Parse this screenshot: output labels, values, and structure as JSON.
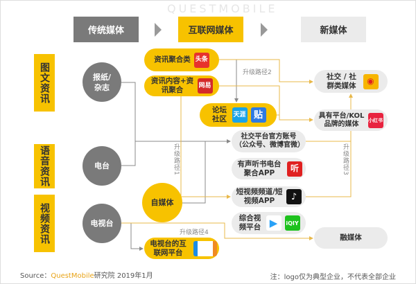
{
  "headers": [
    "传统媒体",
    "互联网媒体",
    "新媒体"
  ],
  "categories": [
    "图文资讯",
    "语音资讯",
    "视频资讯"
  ],
  "traditional": [
    "报纸/杂志",
    "电台",
    "电视台"
  ],
  "self_media": "自媒体",
  "internet": {
    "news_agg": "资讯聚合类",
    "news_agg_logo": "头条",
    "news_content": "资讯内容+资讯聚合",
    "news_content_logo": "网易",
    "forum": "论坛社区",
    "forum_logo1": "天涯",
    "forum_logo2": "贴",
    "tv_internet": "电视台的互联网平台"
  },
  "middle": {
    "social_official": "社交平台官方账号（公众号、微博官微）",
    "audio": "有声听书电台聚合APP",
    "audio_logo": "听",
    "short_video": "短视频频道/短视频APP",
    "video_platform": "综合视频平台",
    "video_logo2": "iQIY"
  },
  "new_media": {
    "social": "社交 / 社群类媒体",
    "kol": "具有平台/KOL品牌的媒体",
    "kol_logo": "小红书",
    "fusion": "融媒体"
  },
  "paths": [
    "升级路径1",
    "升级路径2",
    "升级路径3",
    "升级路径4"
  ],
  "watermark": "QUESTMOBILE",
  "footer": {
    "source_prefix": "Source：",
    "source_brand": "QuestMobile",
    "source_suffix": "研究院 2019年1月",
    "note": "注：logo仅为典型企业，不代表全部企业"
  },
  "colors": {
    "yellow": "#f7c200",
    "gray": "#7a7a7a",
    "light": "#ebebeb",
    "line_yellow": "#e8b84a",
    "line_gray": "#888888"
  }
}
